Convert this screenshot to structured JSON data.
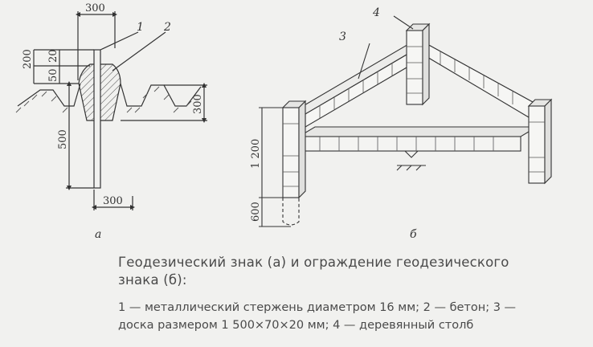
{
  "figure": {
    "panel_a": {
      "label": "а",
      "dimensions": {
        "top_width": "300",
        "height_200": "200",
        "height_20": "20",
        "height_50": "50",
        "depth_500": "500",
        "trench_300": "300",
        "bottom_width": "300"
      },
      "callouts": {
        "rod": "1",
        "concrete": "2"
      }
    },
    "panel_b": {
      "label": "б",
      "dimensions": {
        "height_1200": "1 200",
        "depth_600": "600"
      },
      "callouts": {
        "board": "3",
        "post": "4"
      }
    }
  },
  "caption": {
    "line1": "Геодезический знак (а) и ограждение геодезического",
    "line2": "знака (б):"
  },
  "legend": {
    "line1": "1 — металлический стержень диаметром 16 мм; 2 — бетон; 3 —",
    "line2": "доска размером 1 500×70×20 мм; 4 — деревянный столб"
  }
}
